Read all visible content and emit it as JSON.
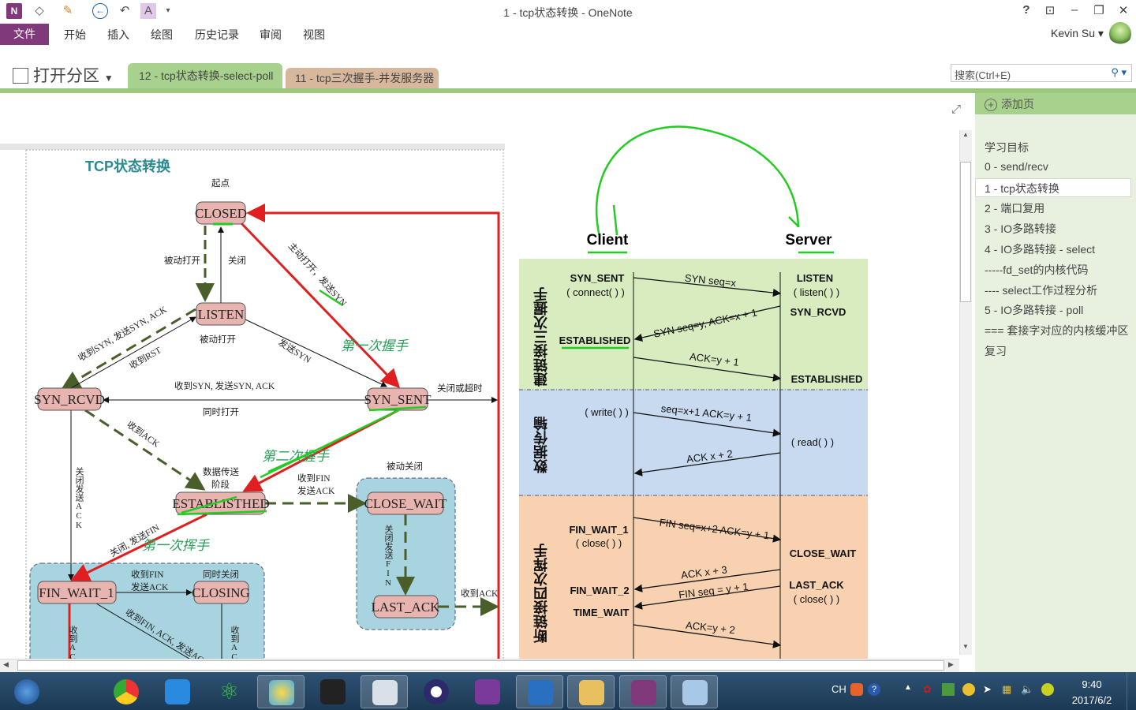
{
  "window": {
    "title": "1 - tcp状态转换 - OneNote",
    "user": "Kevin Su"
  },
  "quick_access": {
    "icons": [
      "onenote-logo-icon",
      "dock-icon",
      "pen-icon",
      "back-icon",
      "undo-icon",
      "text-format-icon",
      "customize-icon"
    ]
  },
  "ribbon": {
    "tabs": [
      "文件",
      "开始",
      "插入",
      "绘图",
      "历史记录",
      "审阅",
      "视图"
    ]
  },
  "sections": {
    "open_label": "打开分区",
    "tabs": [
      {
        "label": "12 - tcp状态转换-select-poll",
        "color": "#a9d18e"
      },
      {
        "label": "11 - tcp三次握手-并发服务器",
        "color": "#d8b89c"
      }
    ]
  },
  "search": {
    "placeholder": "搜索(Ctrl+E)"
  },
  "pages": {
    "add_label": "添加页",
    "selected": 2,
    "items": [
      "学习目标",
      "0 - send/recv",
      "1 - tcp状态转换",
      "2 - 端口复用",
      "3 - IO多路转接",
      "4 - IO多路转接 - select",
      "-----fd_set的内核代码",
      "---- select工作过程分析",
      "5 - IO多路转接 - poll",
      "=== 套接字对应的内核缓冲区",
      "复习"
    ]
  },
  "state_diagram": {
    "title": "TCP状态转换",
    "start": "起点",
    "states": {
      "closed": "CLOSED",
      "listen": "LISTEN",
      "syn_rcvd": "SYN_RCVD",
      "syn_sent": "SYN_SENT",
      "established": "ESTABLISTHED",
      "close_wait": "CLOSE_WAIT",
      "last_ack": "LAST_ACK",
      "fin_wait_1": "FIN_WAIT_1",
      "closing": "CLOSING"
    },
    "labels": {
      "passive_open": "被动打开",
      "close": "关闭",
      "active_open": "主动打开，发送SYN",
      "listen_note": "被动打开",
      "send_syn": "发送SYN",
      "recv_syn_send_synack": "收到SYN, 发送SYN, ACK",
      "recv_rst": "收到RST",
      "recv_syn_send_synack2": "收到SYN, 发送SYN, ACK",
      "simultaneous_open": "同时打开",
      "close_or_timeout": "关闭或超时",
      "recv_ack": "收到ACK",
      "data_transfer_1": "数据传送",
      "data_transfer_2": "阶段",
      "close_send_ack": "关闭发送ACK",
      "recv_fin": "收到FIN",
      "send_ack": "发送ACK",
      "passive_close": "被动关闭",
      "close_send_fin": "关闭发送FIN",
      "recv_ack_last": "收到ACK",
      "active_close": "关闭, 发送FIN",
      "recv_fin2": "收到FIN",
      "send_ack2": "发送ACK",
      "simultaneous_close": "同时关闭",
      "recv_fin_ack": "收到FIN, ACK, 发送ACK",
      "recv_ack_fw1": "收到ACK",
      "recv_ack_closing": "收到ACK"
    },
    "annotations": {
      "first_handshake": "第一次握手",
      "second_handshake": "第二次握手",
      "first_wave": "第一次挥手"
    }
  },
  "sequence_diagram": {
    "client": "Client",
    "server": "Server",
    "phases": {
      "connect": "建链接三次握手",
      "transfer": "数据传输",
      "disconnect": "断链接四次挥手"
    },
    "client_states": {
      "syn_sent": "SYN_SENT",
      "connect": "( connect( ) )",
      "established": "ESTABLISHED",
      "write": "( write( ) )",
      "fin_wait_1": "FIN_WAIT_1",
      "close": "( close( ) )",
      "fin_wait_2": "FIN_WAIT_2",
      "time_wait": "TIME_WAIT"
    },
    "server_states": {
      "listen": "LISTEN",
      "listen_call": "( listen( ) )",
      "syn_rcvd": "SYN_RCVD",
      "established": "ESTABLISHED",
      "read": "( read( ) )",
      "close_wait": "CLOSE_WAIT",
      "last_ack": "LAST_ACK",
      "close": "( close( ) )"
    },
    "messages": [
      "SYN seq=x",
      "SYN seq=y, ACK=x + 1",
      "ACK=y + 1",
      "seq=x+1 ACK=y + 1",
      "ACK x + 2",
      "FIN seq=x+2 ACK=y + 1",
      "ACK x + 3",
      "FIN seq = y + 1",
      "ACK=y + 2"
    ]
  },
  "taskbar": {
    "apps": [
      "start",
      "chrome",
      "baidu-netdisk",
      "atom",
      "messenger",
      "qq",
      "remote-desktop",
      "eclipse",
      "visual-studio",
      "vmware",
      "file-explorer",
      "onenote",
      "calculator"
    ],
    "tray": {
      "lang": "CH",
      "time": "9:40",
      "date": "2017/6/2"
    }
  },
  "colors": {
    "accent": "#80397b",
    "section_green": "#a9d18e",
    "state_fill": "#e8b4b0",
    "red_path": "#e02020",
    "annotation_green": "#22cc22"
  }
}
